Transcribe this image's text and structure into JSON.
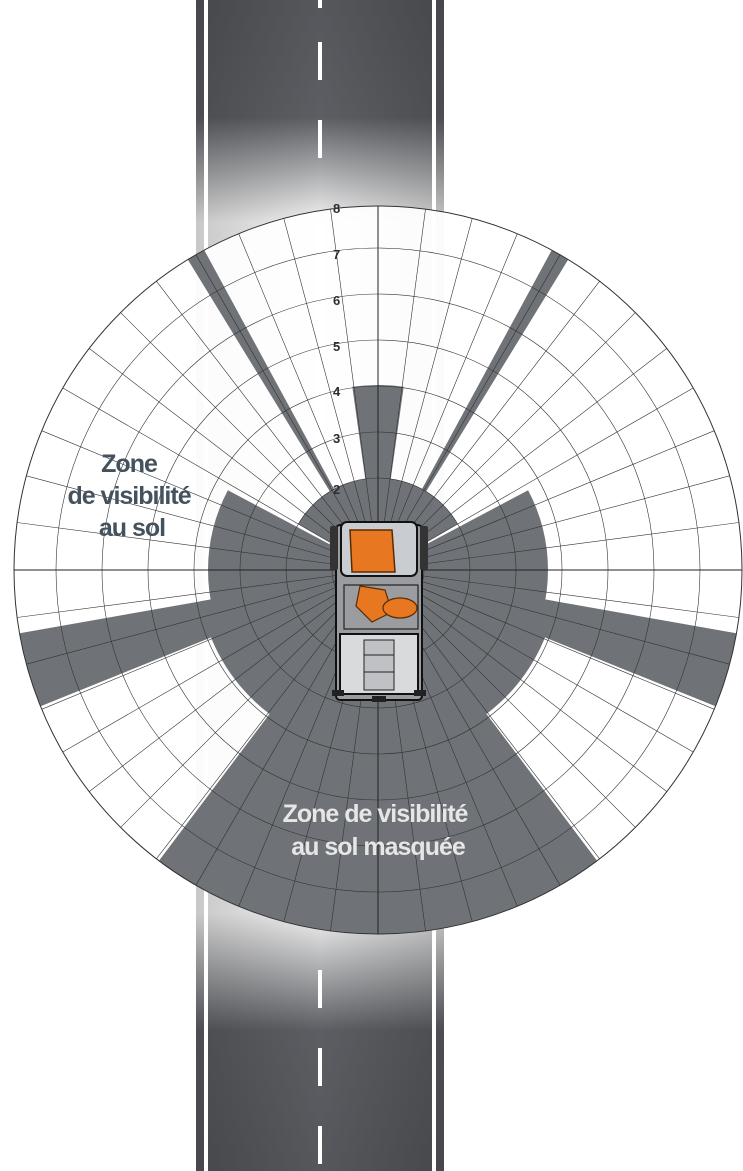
{
  "labels": {
    "visible_zone": [
      "Zone",
      "de visibilité",
      "au sol"
    ],
    "masked_zone": [
      "Zone de visibilité",
      "au sol masquée"
    ]
  },
  "ring_labels": [
    "2",
    "3",
    "4",
    "5",
    "6",
    "7",
    "8"
  ],
  "colors": {
    "road": "#595b60",
    "road_light": "#ffffff",
    "lane_marking": "#ffffff",
    "masked_area": "#6f7378",
    "grid": "#333333",
    "machine_accent": "#e87722",
    "machine_body": "#8a8c8f",
    "text_dark": "#44525e",
    "text_light": "#e6e6e6"
  }
}
